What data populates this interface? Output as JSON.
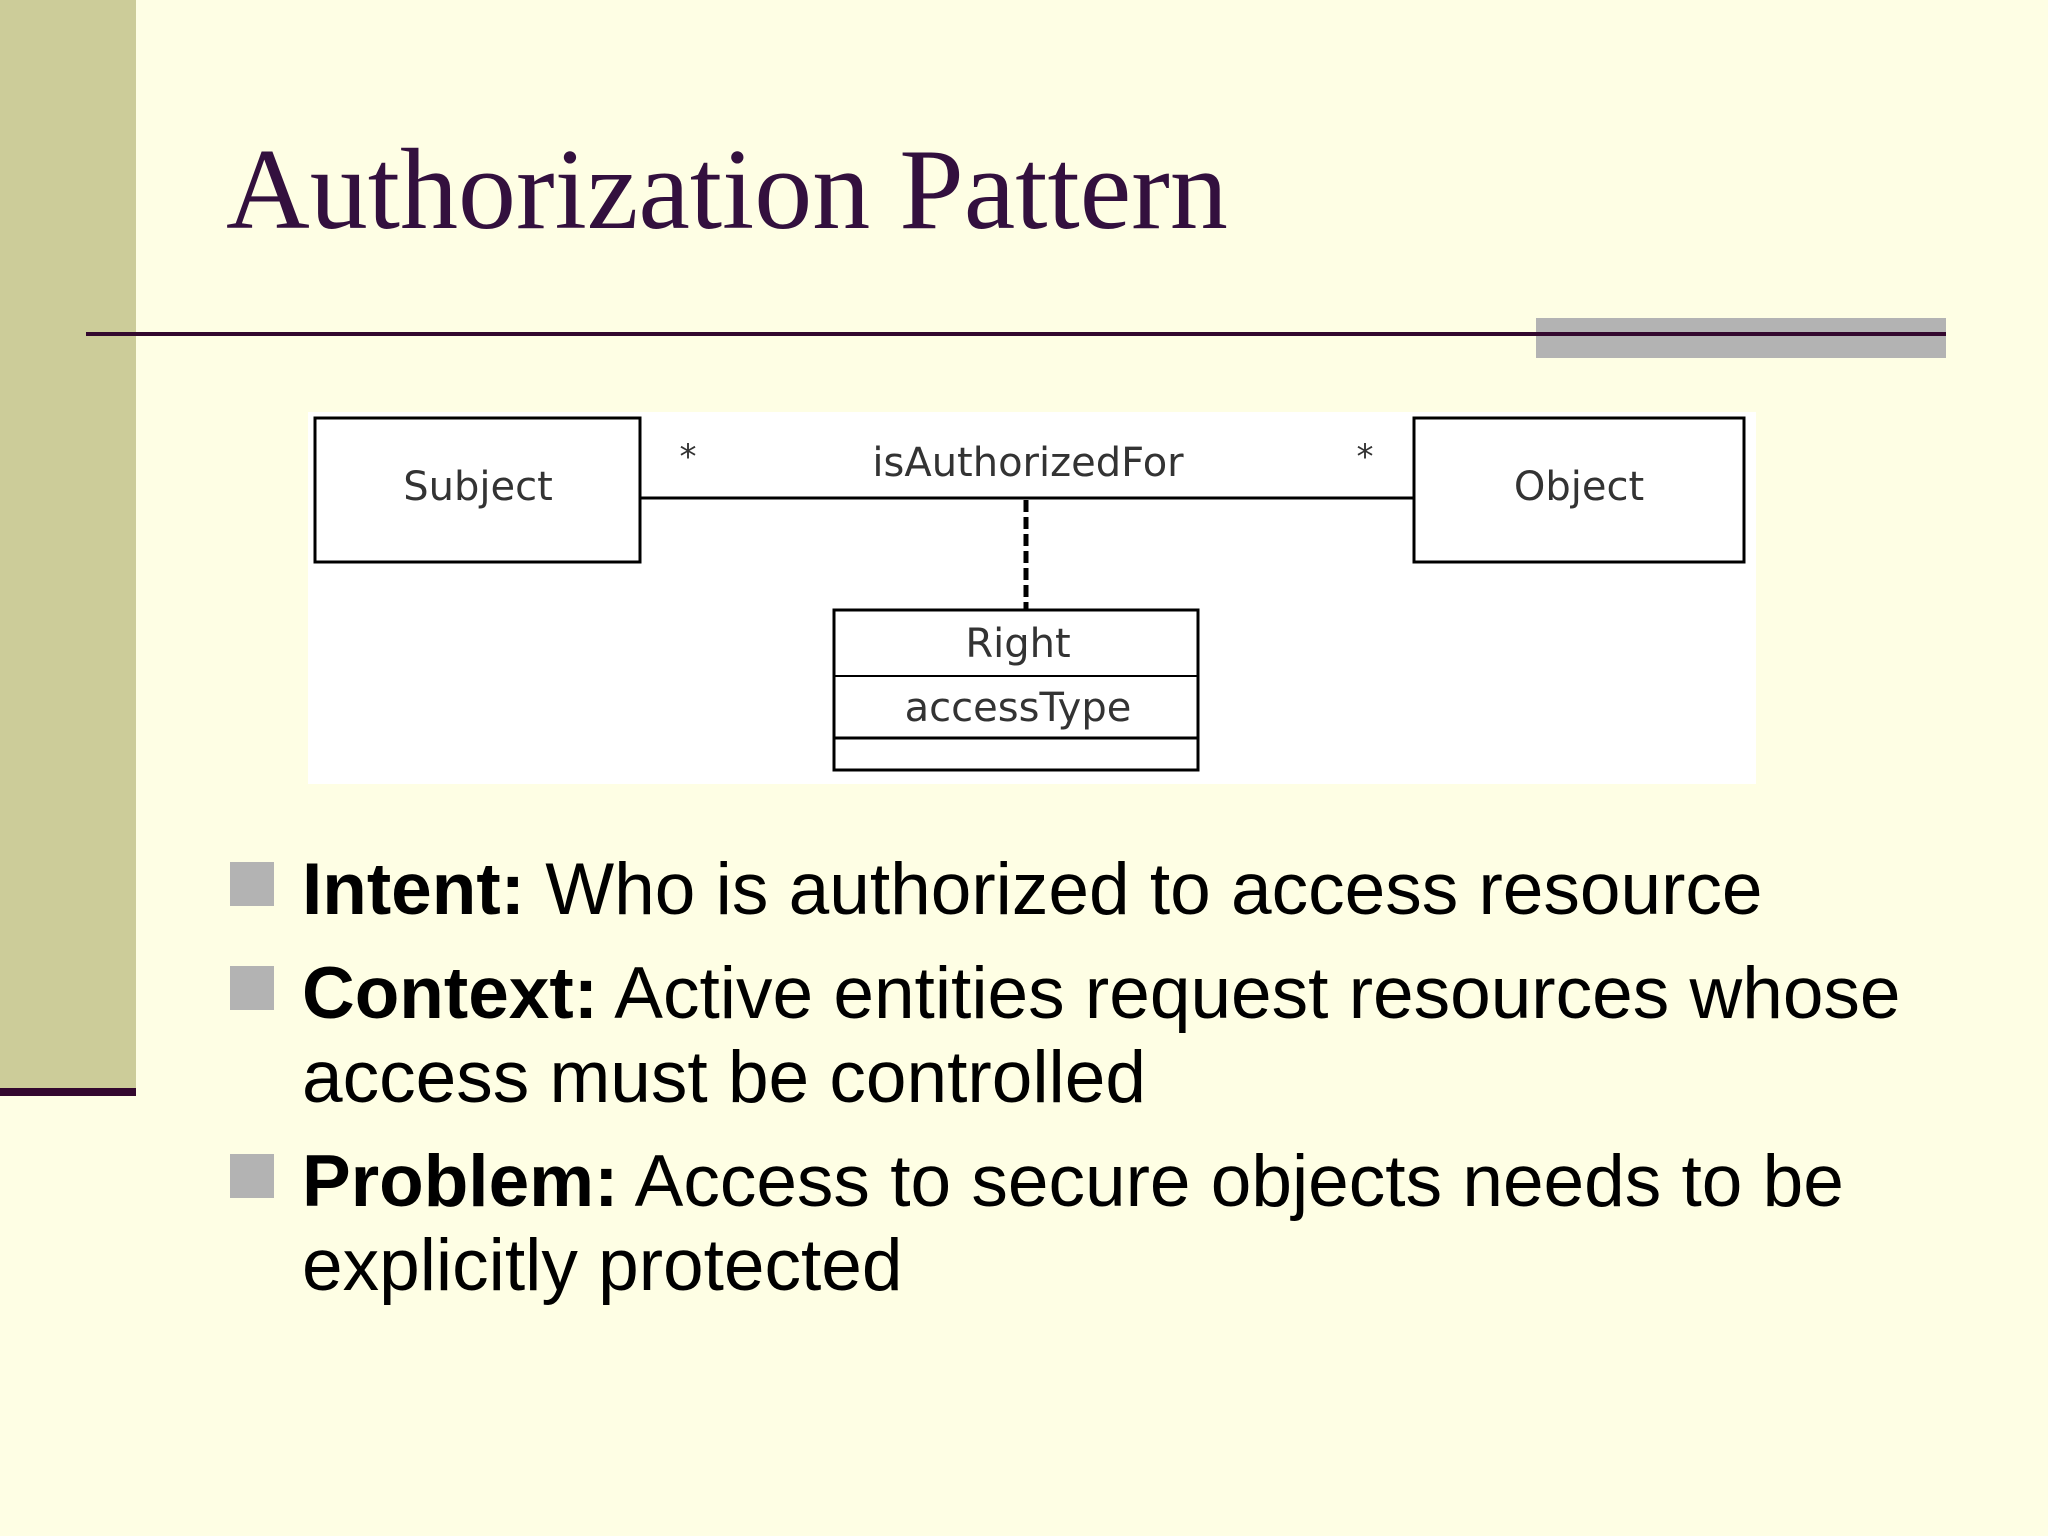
{
  "slide": {
    "title": "Authorization Pattern"
  },
  "diagram": {
    "subject_label": "Subject",
    "object_label": "Object",
    "association_label": "isAuthorizedFor",
    "subject_multiplicity": "*",
    "object_multiplicity": "*",
    "association_class_name": "Right",
    "association_class_attribute": "accessType"
  },
  "bullets": [
    {
      "term": "Intent:",
      "text": " Who is authorized to access resource"
    },
    {
      "term": "Context:",
      "text": " Active entities request resources whose access must be controlled"
    },
    {
      "term": "Problem:",
      "text": " Access to secure objects needs to be explicitly protected"
    }
  ],
  "colors": {
    "background": "#FEFEE4",
    "side_bar": "#CCCC99",
    "title": "#33103E",
    "rule": "#33082E",
    "accent": "#B3B3B3"
  }
}
